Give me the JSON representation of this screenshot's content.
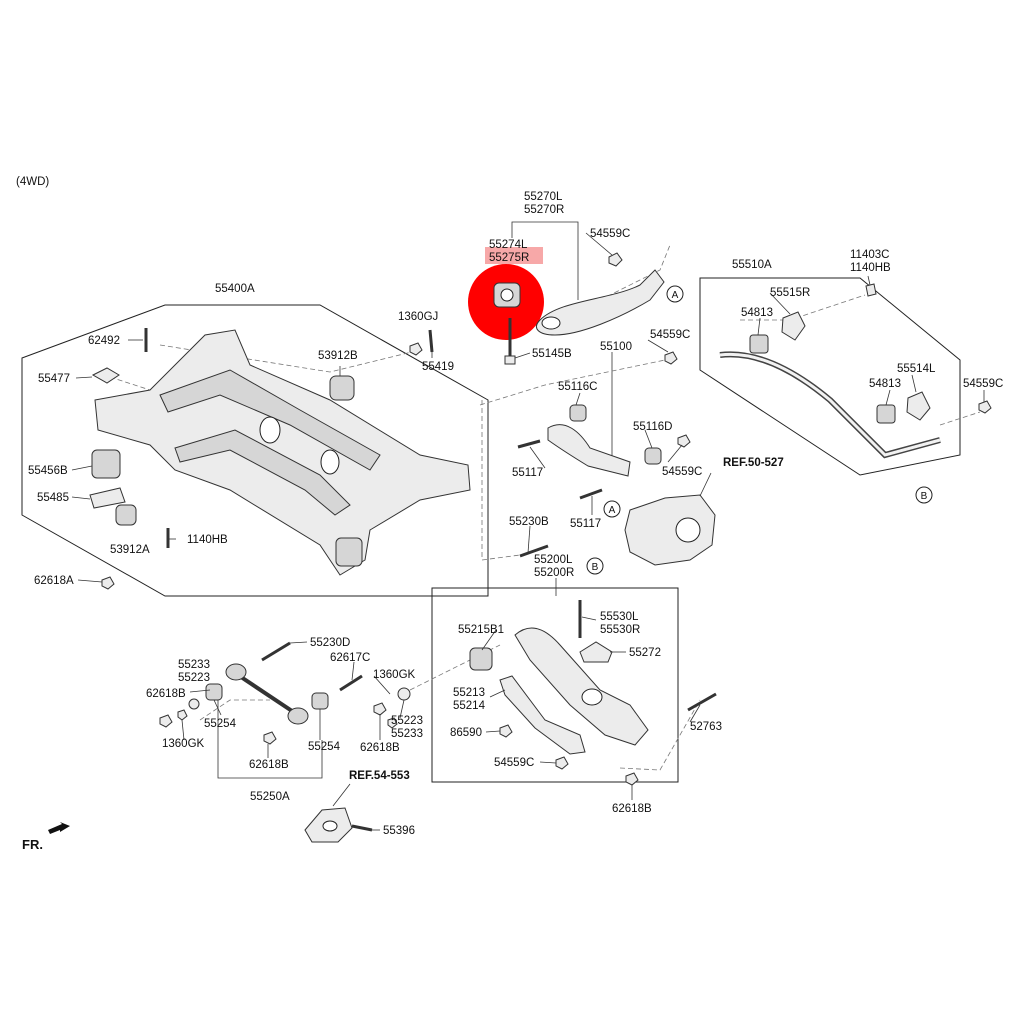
{
  "variant_label": "(4WD)",
  "front_indicator": "FR.",
  "accent_color": "#ff0000",
  "highlight_box_color": "#f7a8a8",
  "parts": {
    "p55270": "55270L\n55270R",
    "p55274": "55274L",
    "p55275": "55275R",
    "p54559c_a": "54559C",
    "p54559c_b": "54559C",
    "p54559c_c": "54559C",
    "p54559c_d": "54559C",
    "p54559c_e": "54559C",
    "p55145b": "55145B",
    "p55100": "55100",
    "p55116c": "55116C",
    "p55116d": "55116D",
    "p55117_a": "55117",
    "p55117_b": "55117",
    "p55510a": "55510A",
    "p11403c": "11403C",
    "p1140hb_a": "1140HB",
    "p55515r": "55515R",
    "p54813_a": "54813",
    "p54813_b": "54813",
    "p55514l": "55514L",
    "p55400a": "55400A",
    "p1360gj": "1360GJ",
    "p55419": "55419",
    "p62492": "62492",
    "p53912b": "53912B",
    "p55477": "55477",
    "p55456b": "55456B",
    "p55485": "55485",
    "p53912a": "53912A",
    "p1140hb_b": "1140HB",
    "p62618a": "62618A",
    "ref50527": "REF.50-527",
    "p55230b": "55230B",
    "p55200": "55200L\n55200R",
    "p55530": "55530L\n55530R",
    "p55215b1": "55215B1",
    "p55272": "55272",
    "p55213": "55213\n55214",
    "p86590": "86590",
    "p52763": "52763",
    "p62618b_a": "62618B",
    "p55230d": "55230D",
    "p55233_a": "55233\n55223",
    "p62617c": "62617C",
    "p1360gk_a": "1360GK",
    "p62618b_b": "62618B",
    "p55254_a": "55254",
    "p1360gk_b": "1360GK",
    "p55223": "55223\n55233",
    "p62618b_c": "62618B",
    "p55254_b": "55254",
    "p62618b_d": "62618B",
    "p55250a": "55250A",
    "ref54553": "REF.54-553",
    "p55396": "55396"
  },
  "callouts": {
    "a1": "A",
    "a2": "A",
    "b1": "B",
    "b2": "B"
  }
}
